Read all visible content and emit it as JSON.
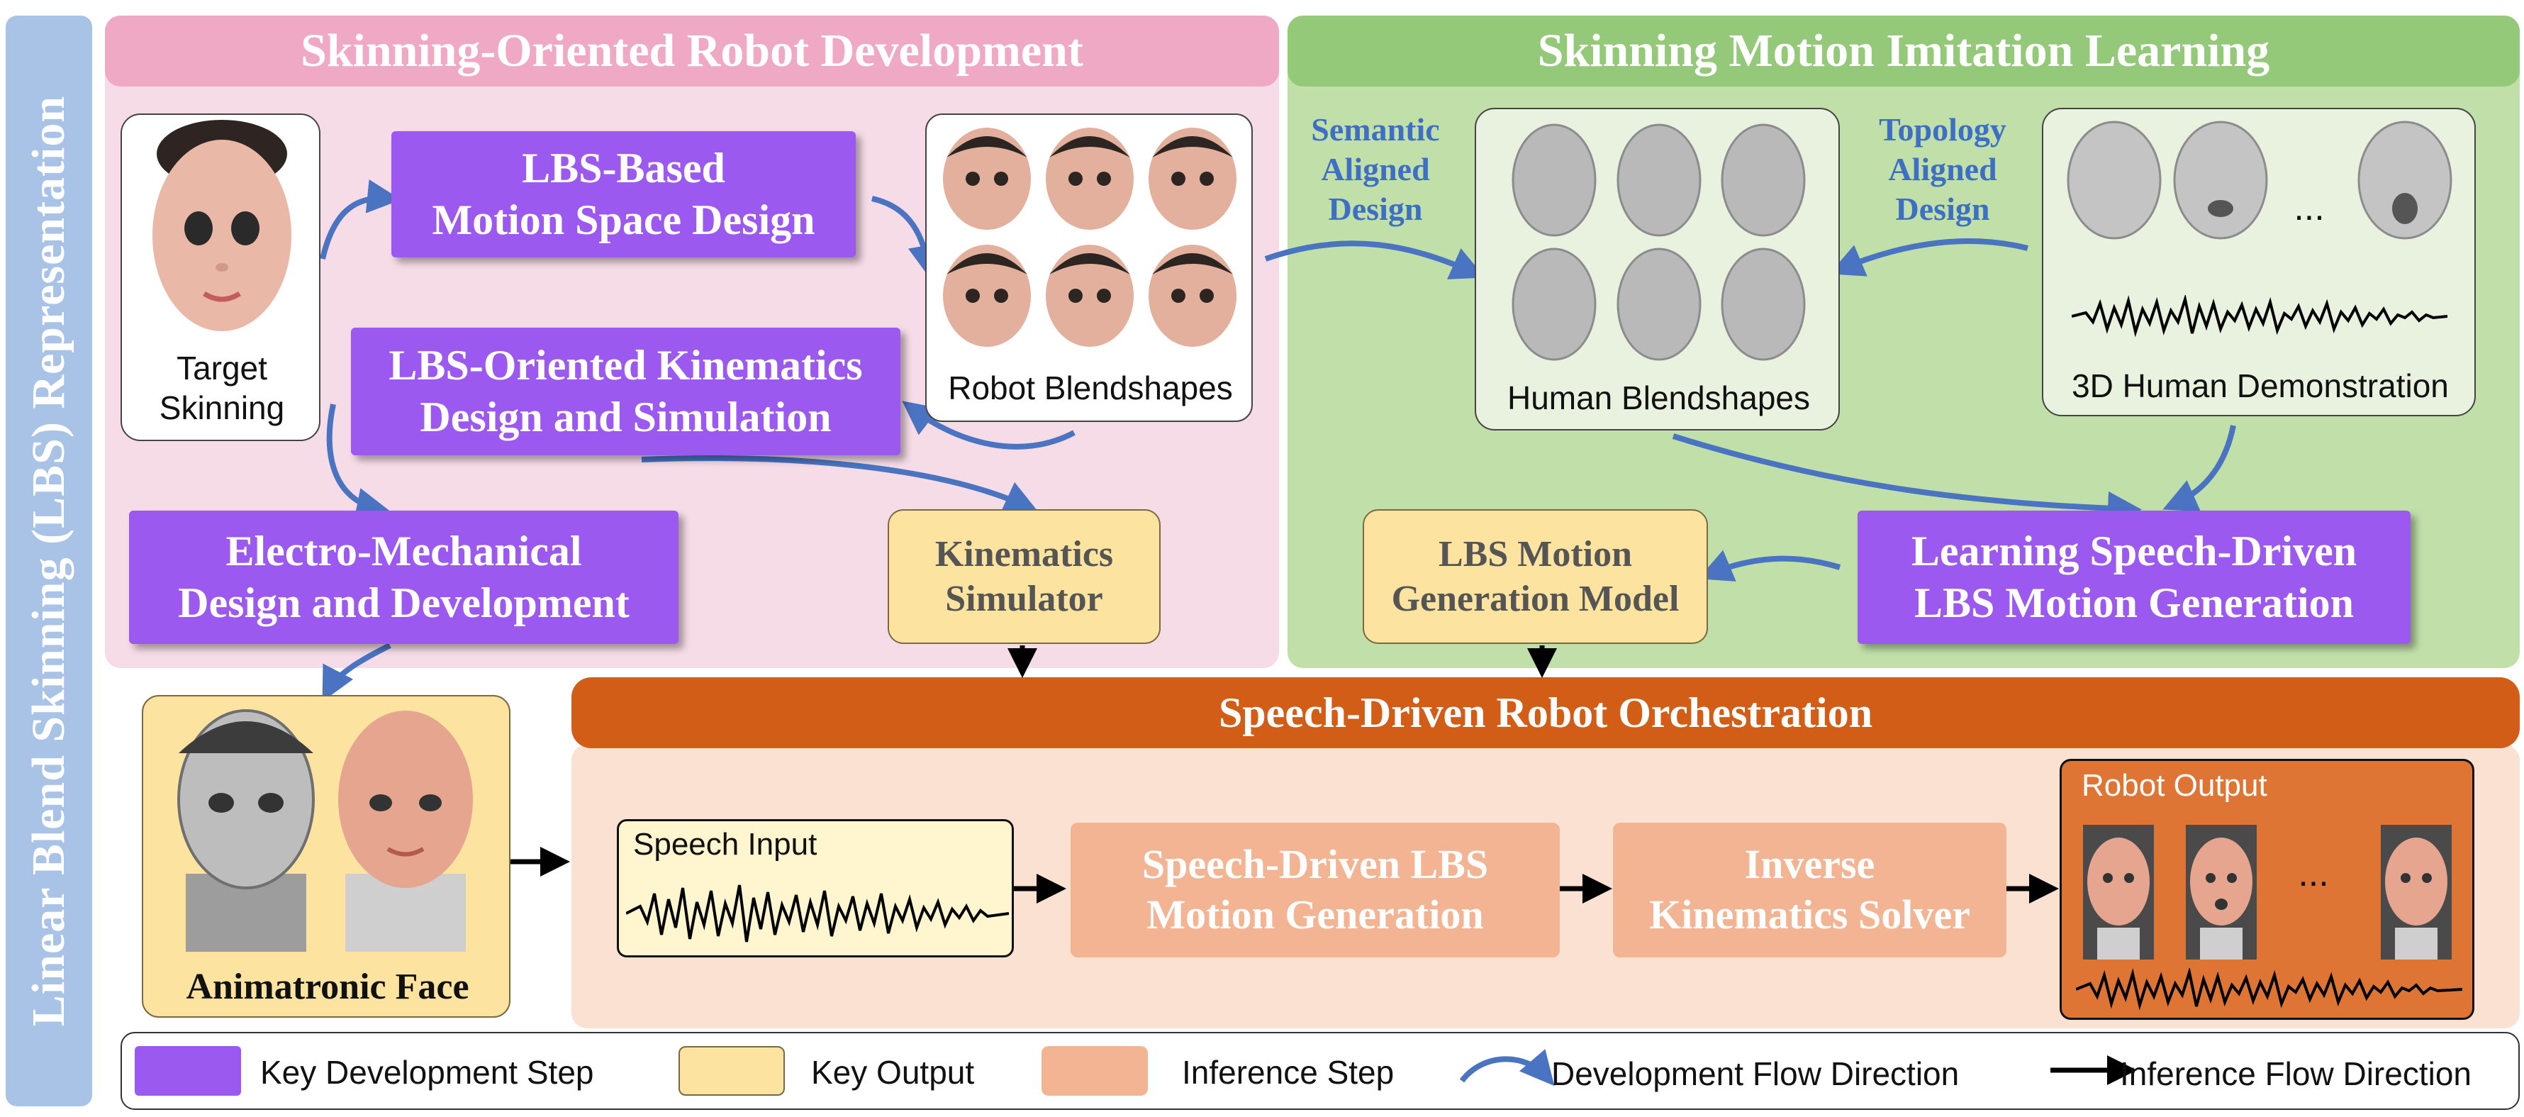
{
  "side_label": "Linear Blend Skinning (LBS) Representation",
  "sections": {
    "left_title": "Skinning-Oriented Robot Development",
    "right_title": "Skinning Motion Imitation Learning",
    "bottom_title": "Speech-Driven Robot Orchestration"
  },
  "nodes": {
    "target_skinning": "Target\nSkinning",
    "lbs_motion_space": "LBS-Based\nMotion Space Design",
    "lbs_kinematics": "LBS-Oriented Kinematics\nDesign and Simulation",
    "robot_blendshapes": "Robot Blendshapes",
    "electro_mechanical": "Electro-Mechanical\nDesign and Development",
    "kinematics_simulator": "Kinematics\nSimulator",
    "human_blendshapes": "Human Blendshapes",
    "demonstration": "3D Human Demonstration",
    "demonstration_ellipsis": "...",
    "lbs_generation_model": "LBS Motion\nGeneration Model",
    "learning_speech": "Learning Speech-Driven\nLBS Motion Generation",
    "animatronic_face": "Animatronic Face",
    "speech_input": "Speech Input",
    "speech_lbs": "Speech-Driven LBS\nMotion Generation",
    "inverse_kinematics": "Inverse\nKinematics Solver",
    "robot_output": "Robot Output",
    "robot_output_ellipsis": "..."
  },
  "edge_labels": {
    "semantic": "Semantic\nAligned\nDesign",
    "topology": "Topology\nAligned\nDesign"
  },
  "legend": {
    "key_development": "Key Development Step",
    "key_output": "Key Output",
    "inference_step": "Inference Step",
    "development_flow": "Development Flow Direction",
    "inference_flow": "Inference Flow Direction"
  },
  "colors": {
    "key_development": "#9b59f0",
    "key_output": "#fde3a0",
    "inference_step": "#f2b493",
    "development_flow": "#4a74c2",
    "inference_flow": "#000000"
  }
}
